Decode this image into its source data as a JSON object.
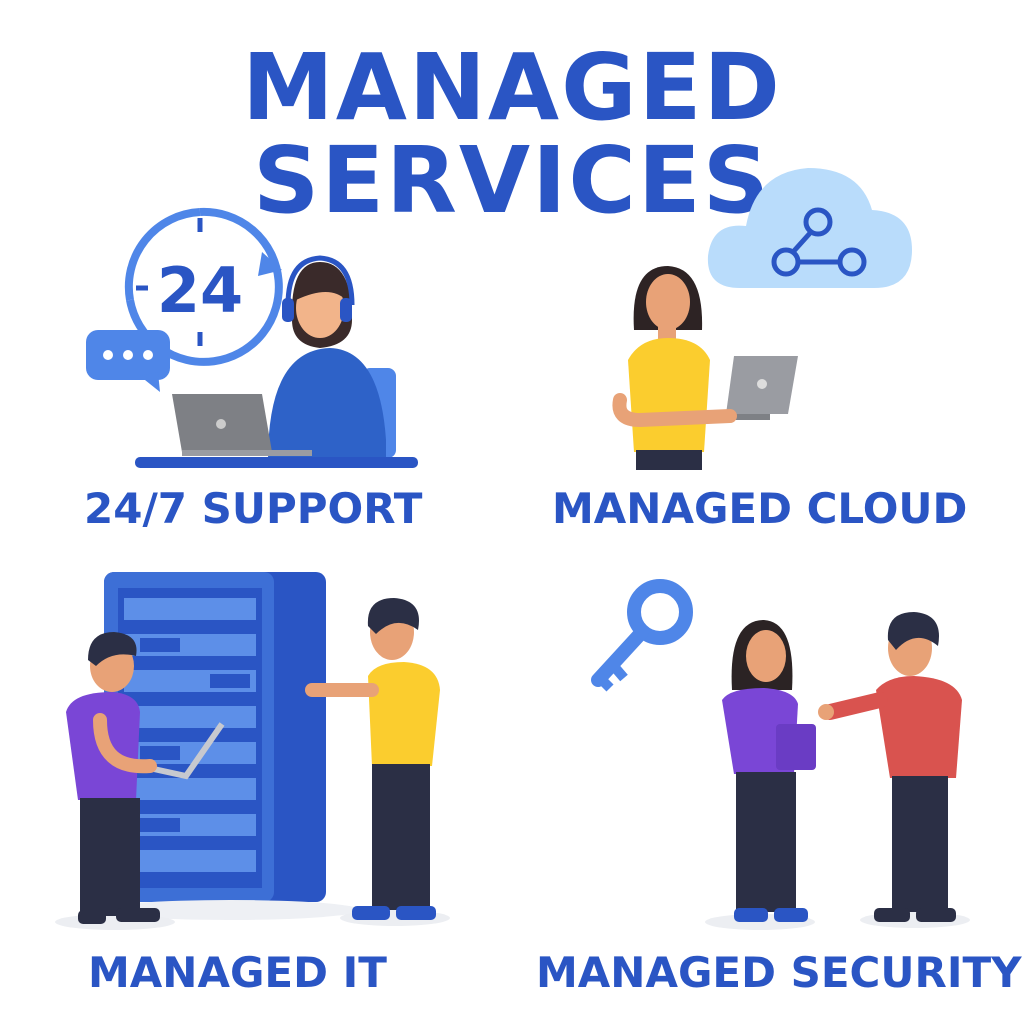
{
  "title": {
    "line1": "MANAGED",
    "line2": "SERVICES"
  },
  "sections": [
    {
      "label": "24/7 SUPPORT",
      "icon": "headset-agent-icon",
      "badge": "24"
    },
    {
      "label": "MANAGED CLOUD",
      "icon": "cloud-icon"
    },
    {
      "label": "MANAGED IT",
      "icon": "server-rack-icon"
    },
    {
      "label": "MANAGED SECURITY",
      "icon": "key-icon"
    }
  ],
  "colors": {
    "primary": "#2a55c4",
    "light_blue": "#b9dcfb",
    "accent_blue": "#4f86e8",
    "yellow": "#fbcd2e",
    "purple": "#7a46d6",
    "red": "#d9534f",
    "navy": "#2b2f45"
  }
}
